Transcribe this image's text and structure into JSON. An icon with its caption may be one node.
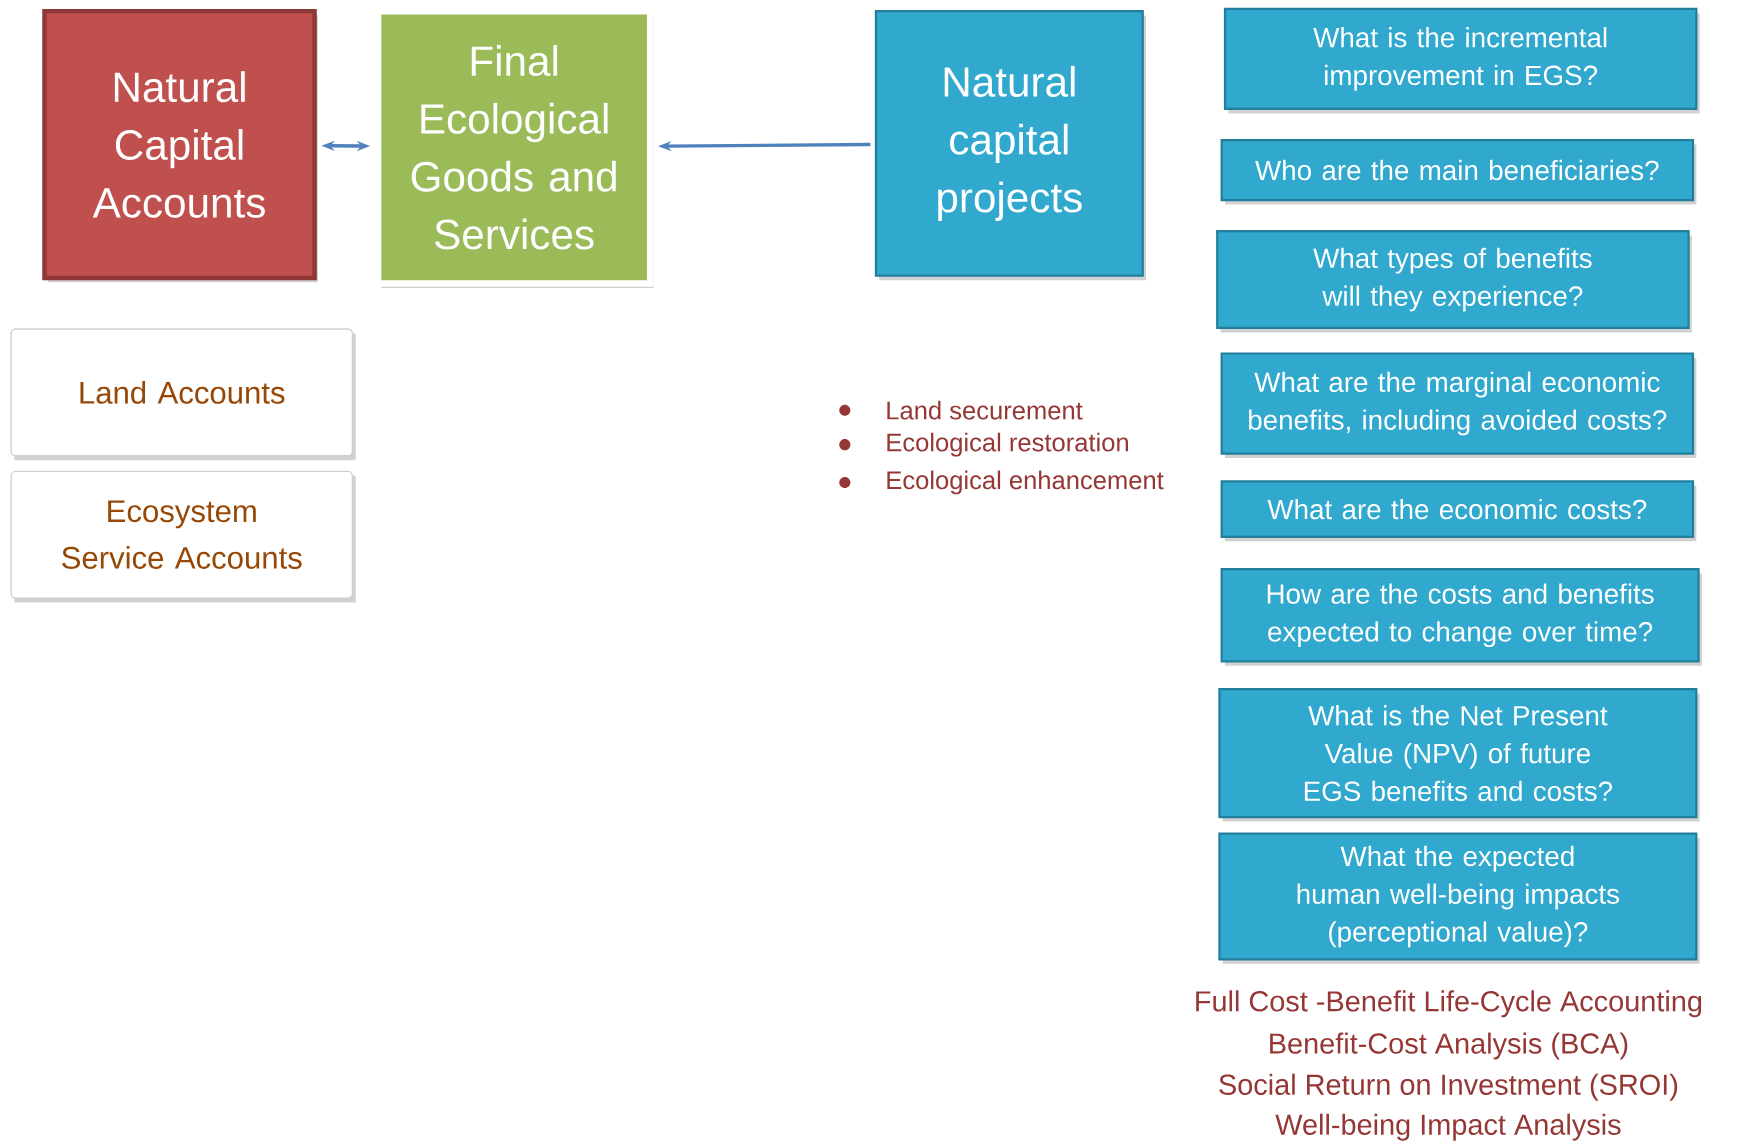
{
  "diagram": {
    "nodes": [
      {
        "text": [
          "Natural Capital Accounts"
        ]
      },
      {
        "text": [
          "Final Ecological Goods and Services"
        ]
      },
      {
        "text": [
          "Natural capital projects"
        ]
      },
      {
        "text": [
          "Land Accounts"
        ]
      },
      {
        "text": [
          "Ecosystem Service Accounts"
        ]
      },
      {
        "text": [
          "What is the incremental improvement in EGS?"
        ]
      },
      {
        "text": [
          "Who are the main beneficiaries?"
        ]
      },
      {
        "text": [
          "What types of benefits will they experience?"
        ]
      },
      {
        "text": [
          "What are the marginal economic benefits, including avoided costs?"
        ]
      },
      {
        "text": [
          "What are the economic costs?"
        ]
      },
      {
        "text": [
          "How are the costs and benefits expected to change over time?"
        ]
      },
      {
        "text": [
          "What is the Net Present Value (NPV) of future EGS benefits and costs?"
        ]
      },
      {
        "text": [
          "What the expected human well-being impacts (perceptional value)?"
        ]
      }
    ],
    "edges": [
      {
        "from": 0,
        "to": 1,
        "arrow": "both"
      },
      {
        "from": 2,
        "to": 1,
        "arrow": "to"
      }
    ],
    "labels": [
      "Land securement",
      "Ecological restoration",
      "Ecological enhancement",
      "Full Cost -Benefit Life-Cycle Accounting",
      "Benefit-Cost Analysis (BCA)",
      "Social Return on Investment (SROI)",
      "Well-being Impact Analysis"
    ]
  }
}
